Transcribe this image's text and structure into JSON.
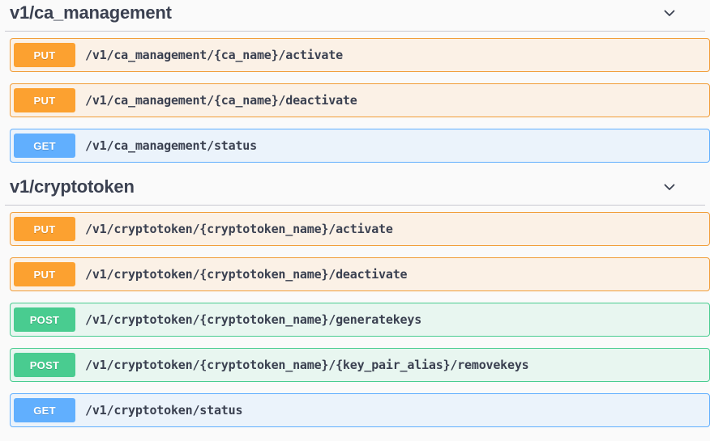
{
  "page": {
    "background_color": "#fafafa",
    "text_color": "#3b4151"
  },
  "method_colors": {
    "PUT": "#fca130",
    "GET": "#61affe",
    "POST": "#49cc90",
    "DELETE": "#f93e3e"
  },
  "sections": [
    {
      "title": "v1/ca_management",
      "toggle_icon": "chevron-down-icon",
      "expanded": true,
      "operations": [
        {
          "method": "PUT",
          "path": "/v1/ca_management/{ca_name}/activate"
        },
        {
          "method": "PUT",
          "path": "/v1/ca_management/{ca_name}/deactivate"
        },
        {
          "method": "GET",
          "path": "/v1/ca_management/status"
        }
      ]
    },
    {
      "title": "v1/cryptotoken",
      "toggle_icon": "chevron-down-icon",
      "expanded": true,
      "operations": [
        {
          "method": "PUT",
          "path": "/v1/cryptotoken/{cryptotoken_name}/activate"
        },
        {
          "method": "PUT",
          "path": "/v1/cryptotoken/{cryptotoken_name}/deactivate"
        },
        {
          "method": "POST",
          "path": "/v1/cryptotoken/{cryptotoken_name}/generatekeys"
        },
        {
          "method": "POST",
          "path": "/v1/cryptotoken/{cryptotoken_name}/{key_pair_alias}/removekeys"
        },
        {
          "method": "GET",
          "path": "/v1/cryptotoken/status"
        }
      ]
    }
  ]
}
